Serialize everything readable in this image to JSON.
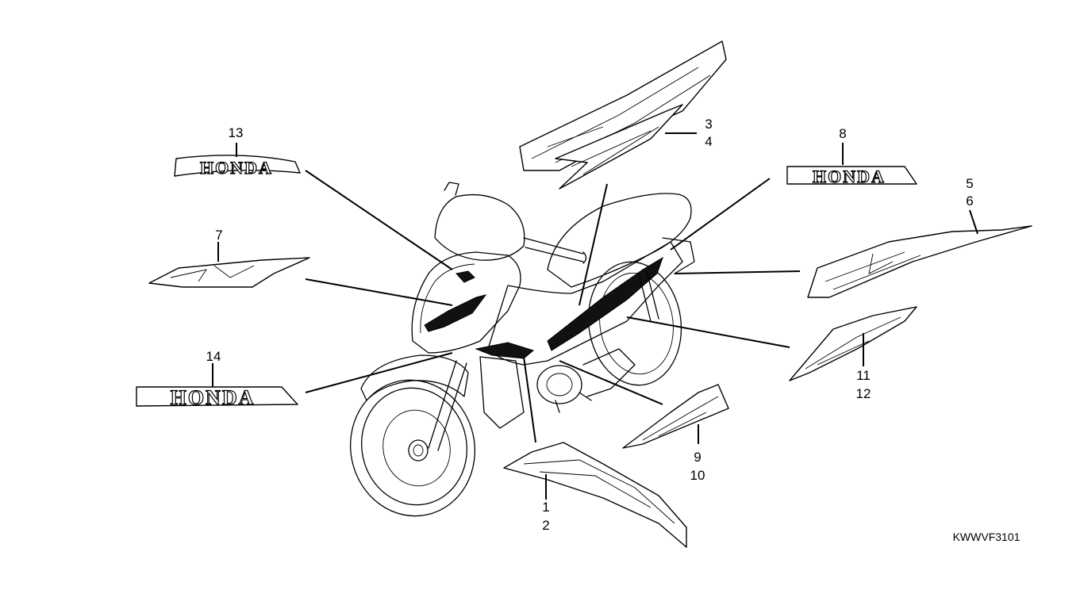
{
  "callouts": {
    "c1": "1",
    "c2": "2",
    "c3": "3",
    "c4": "4",
    "c5": "5",
    "c6": "6",
    "c7": "7",
    "c8": "8",
    "c9": "9",
    "c10": "10",
    "c11": "11",
    "c12": "12",
    "c13": "13",
    "c14": "14"
  },
  "emblems": {
    "honda_13": "HONDA",
    "honda_8": "HONDA",
    "honda_14": "HONDA"
  },
  "diagram_code": "KWWVF3101"
}
